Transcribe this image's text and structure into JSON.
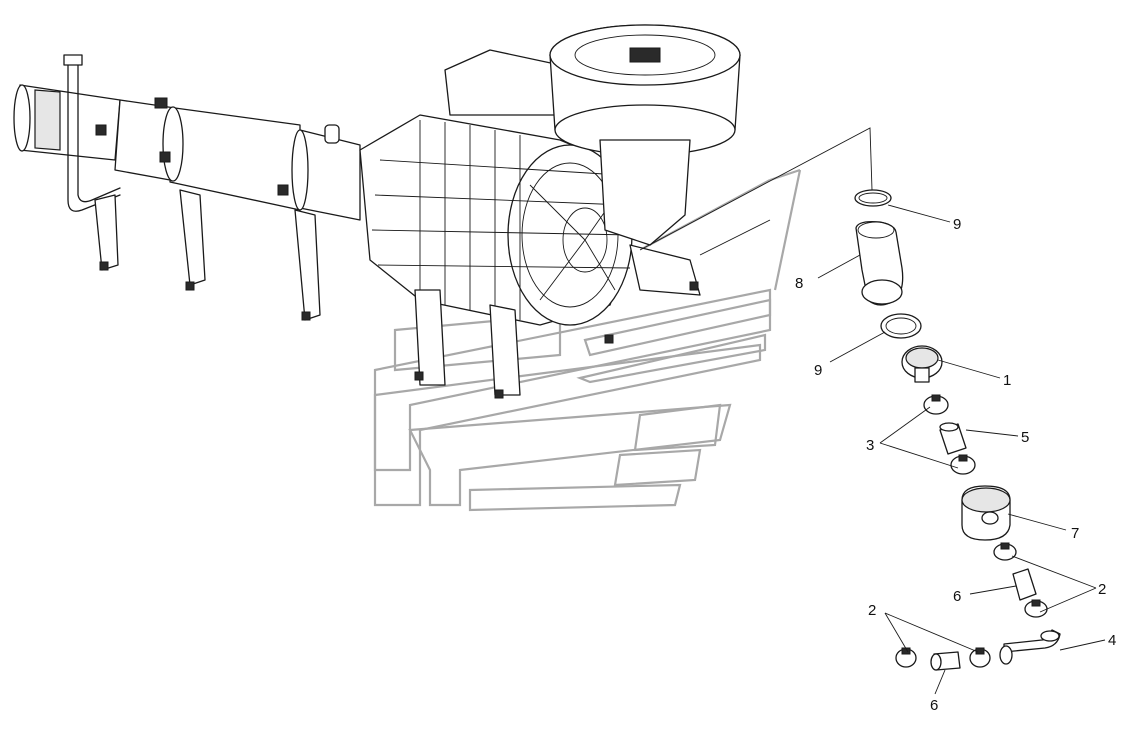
{
  "callouts": [
    {
      "id": "c9a",
      "label": "9"
    },
    {
      "id": "c8",
      "label": "8"
    },
    {
      "id": "c9b",
      "label": "9"
    },
    {
      "id": "c1",
      "label": "1"
    },
    {
      "id": "c3",
      "label": "3"
    },
    {
      "id": "c5",
      "label": "5"
    },
    {
      "id": "c7",
      "label": "7"
    },
    {
      "id": "c2a",
      "label": "2"
    },
    {
      "id": "c6a",
      "label": "6"
    },
    {
      "id": "c2b",
      "label": "2"
    },
    {
      "id": "c4",
      "label": "4"
    },
    {
      "id": "c6b",
      "label": "6"
    }
  ],
  "colors": {
    "line": "#1a1a1a",
    "ghost": "#a8a8a8",
    "background": "#ffffff"
  }
}
